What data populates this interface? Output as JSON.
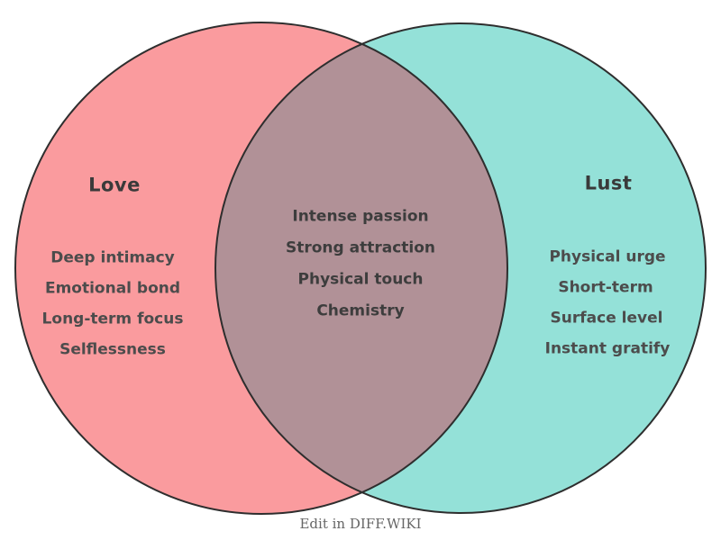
{
  "venn": {
    "left": {
      "title": "Love",
      "items": [
        "Deep intimacy",
        "Emotional bond",
        "Long-term focus",
        "Selflessness"
      ],
      "fill": "#FA9B9E"
    },
    "right": {
      "title": "Lust",
      "items": [
        "Physical urge",
        "Short-term",
        "Surface level",
        "Instant gratify"
      ],
      "fill": "#94E1D8"
    },
    "overlap": {
      "items": [
        "Intense passion",
        "Strong attraction",
        "Physical touch",
        "Chemistry"
      ],
      "fill": "#B19197"
    },
    "outline_color": "#2E2E2E",
    "footer": "Edit in DIFF.WIKI"
  }
}
